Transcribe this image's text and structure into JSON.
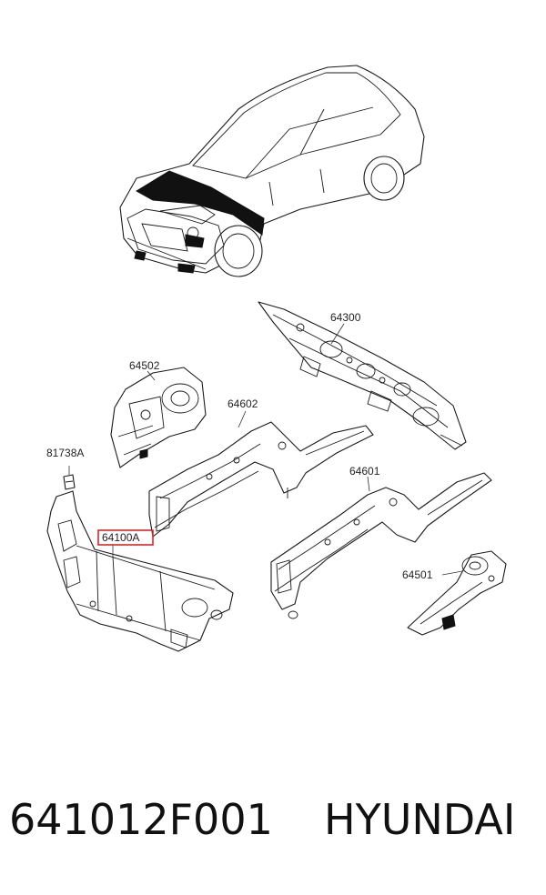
{
  "callouts": {
    "hood_panel": "64300",
    "fender_apron_rh": "64502",
    "side_member_rh": "64602",
    "bracket": "81738A",
    "radiator_support": "64100A",
    "side_member_lh": "64601",
    "fender_apron_lh": "64501"
  },
  "highlight_color": "#d62828",
  "caption": {
    "part_number": "641012F001",
    "brand": "HYUNDAI"
  }
}
